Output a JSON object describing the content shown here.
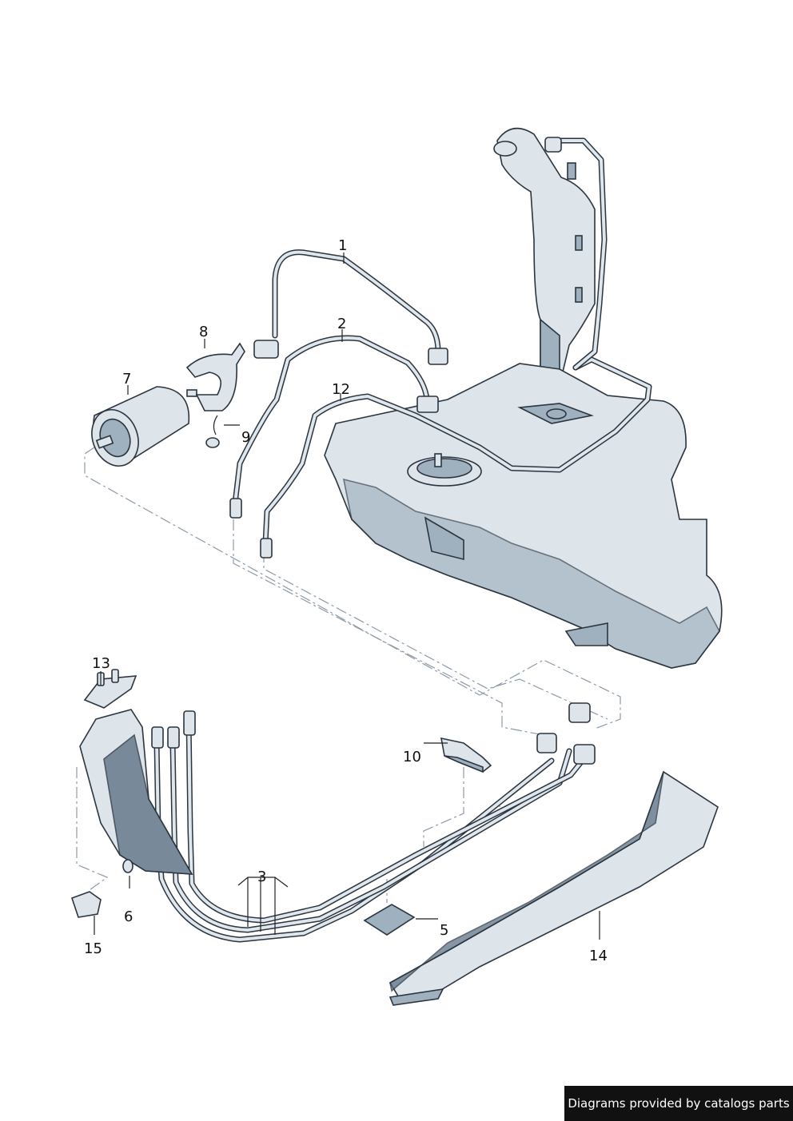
{
  "callouts": [
    {
      "id": "1",
      "text": "1"
    },
    {
      "id": "2",
      "text": "2"
    },
    {
      "id": "3",
      "text": "3"
    },
    {
      "id": "5",
      "text": "5"
    },
    {
      "id": "6",
      "text": "6"
    },
    {
      "id": "7",
      "text": "7"
    },
    {
      "id": "8",
      "text": "8"
    },
    {
      "id": "9",
      "text": "9"
    },
    {
      "id": "10",
      "text": "10"
    },
    {
      "id": "12",
      "text": "12"
    },
    {
      "id": "13",
      "text": "13"
    },
    {
      "id": "14",
      "text": "14"
    },
    {
      "id": "15",
      "text": "15"
    }
  ],
  "footer": {
    "text": "Diagrams provided by catalogs parts"
  },
  "colors": {
    "part_fill": "#dde4ea",
    "part_shade": "#9fb0bf",
    "part_dark": "#5f7386",
    "outline": "#2a3540",
    "dash_line": "#8c9aa8"
  }
}
